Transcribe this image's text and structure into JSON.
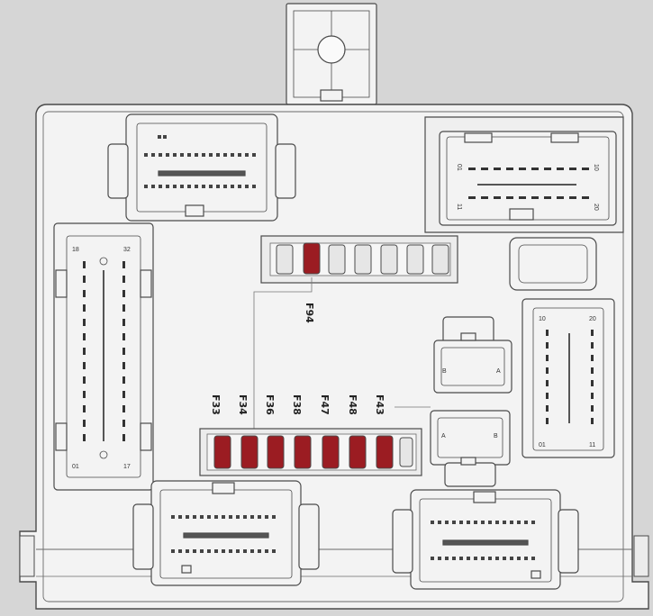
{
  "diagram": {
    "colors": {
      "background": "#d6d6d6",
      "housing": "#f3f3f3",
      "outline": "#4a4a4a",
      "fuse_highlight": "#9b1c22",
      "fuse_normal": "#e6e6e6"
    },
    "fuse_labels": {
      "top": "F94",
      "bottom": [
        "F33",
        "F34",
        "F36",
        "F38",
        "F47",
        "F48",
        "F43"
      ]
    },
    "left_connector_pins": {
      "top_left": "18",
      "top_right": "32",
      "bottom_left": "01",
      "bottom_right": "17"
    },
    "right_connector_pins": {
      "top_left": "10",
      "top_right": "20",
      "bottom_left": "01",
      "bottom_right": "11"
    },
    "top_right_connector_pins": {
      "top_left": "01",
      "top_right": "10",
      "bottom_left": "11",
      "bottom_right": "20"
    },
    "relay_pins": {
      "upper_left": "B",
      "upper_right": "A",
      "lower_left": "A",
      "lower_right": "B"
    }
  }
}
